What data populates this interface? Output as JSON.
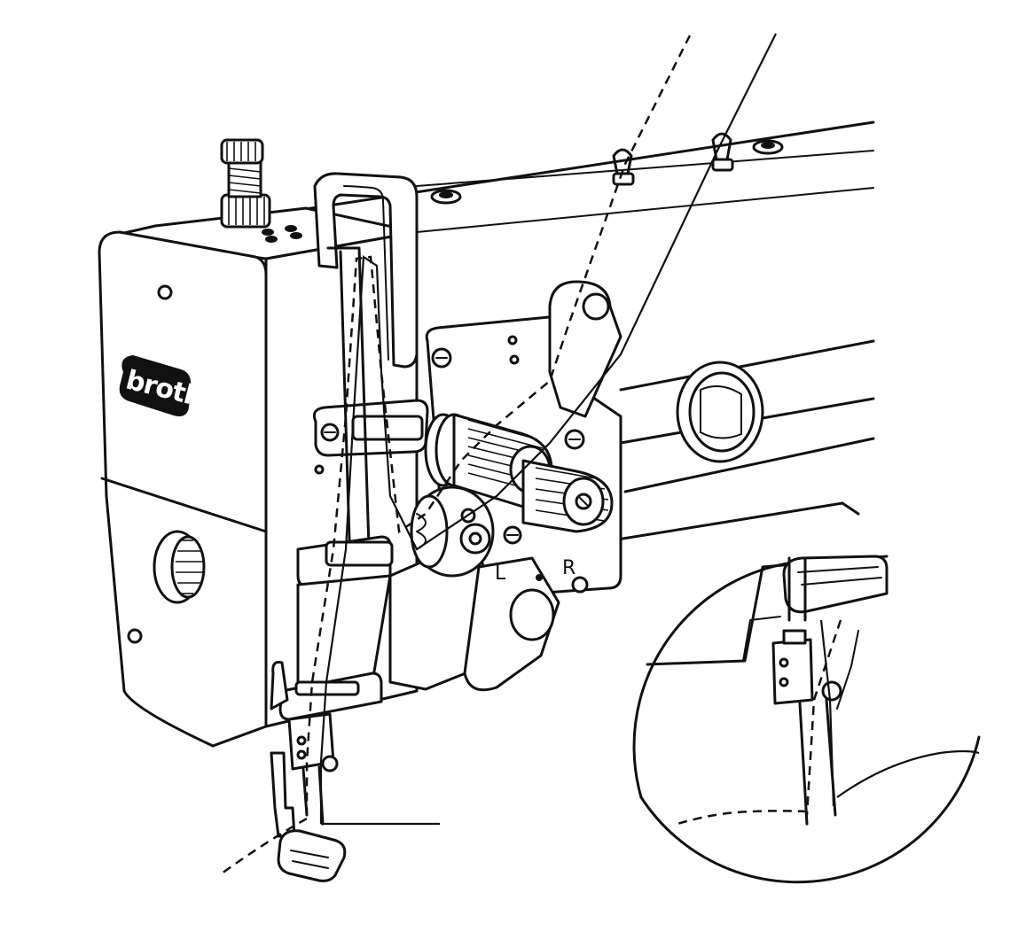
{
  "brand": {
    "logo_text": "brother"
  },
  "dial": {
    "left_label": "L",
    "right_label": "R"
  }
}
